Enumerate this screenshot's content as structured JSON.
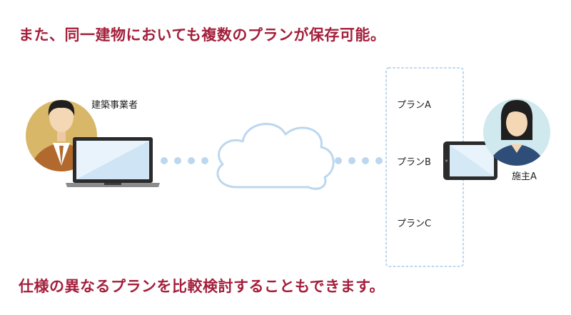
{
  "headline_top": "また、同一建物においても複数のプランが保存可能。",
  "headline_bottom": "仕様の異なるプランを比較検討することもできます。",
  "builder_label": "建築事業者",
  "owner_label": "施主A",
  "plans": [
    "プランA",
    "プランB",
    "プランC"
  ],
  "colors": {
    "headline": "#a41f3b",
    "connector": "#bcd7ee",
    "builder_avatar_bg": "#d8b768",
    "owner_avatar_bg": "#cfe9ee",
    "device_frame": "#2b2b2b",
    "screen": "#e8f3fb"
  },
  "icons": [
    "businessman-avatar-icon",
    "laptop-icon",
    "cloud-icon",
    "tablet-icon",
    "woman-avatar-icon"
  ]
}
